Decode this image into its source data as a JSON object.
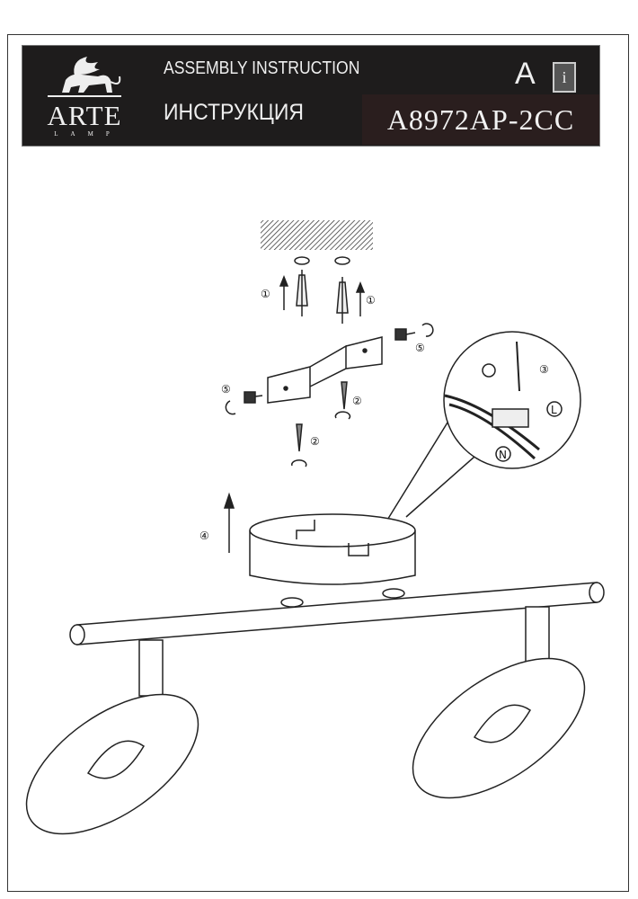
{
  "header": {
    "brand": "ARTE",
    "brand_sub": "LAMP",
    "title_en": "ASSEMBLY INSTRUCTION",
    "title_ru": "ИНСТРУКЦИЯ",
    "model": "A8972AP-2CC",
    "lang_letter": "A",
    "info_icon_letter": "i"
  },
  "diagram": {
    "step_1a": "①",
    "step_1b": "①",
    "step_5a": "⑤",
    "step_5b": "⑤",
    "step_2a": "②",
    "step_2b": "②",
    "step_3": "③",
    "step_4": "④",
    "live_label": "L",
    "neutral_label": "N"
  }
}
